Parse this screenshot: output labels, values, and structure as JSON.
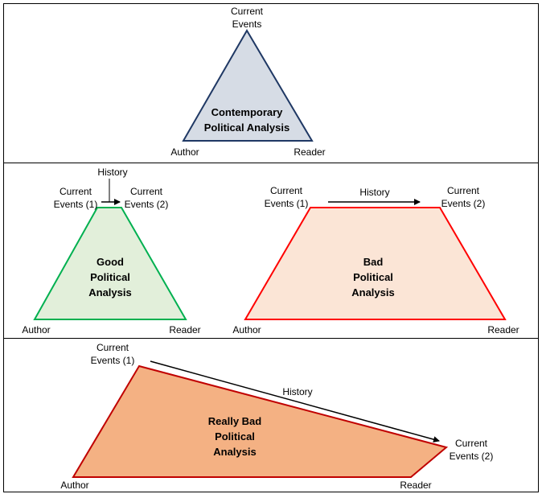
{
  "panel_top": {
    "corner_top": [
      "Current",
      "Events"
    ],
    "center": [
      "Contemporary",
      "Political Analysis"
    ],
    "corner_left": "Author",
    "corner_right": "Reader",
    "colors": {
      "fill": "#d6dce5",
      "stroke": "#1f3864"
    }
  },
  "panel_good": {
    "history": "History",
    "events1": [
      "Current",
      "Events (1)"
    ],
    "events2": [
      "Current",
      "Events (2)"
    ],
    "center": [
      "Good",
      "Political",
      "Analysis"
    ],
    "corner_left": "Author",
    "corner_right": "Reader",
    "colors": {
      "fill": "#e2efda",
      "stroke": "#00b050"
    }
  },
  "panel_bad": {
    "history": "History",
    "events1": [
      "Current",
      "Events (1)"
    ],
    "events2": [
      "Current",
      "Events (2)"
    ],
    "center": [
      "Bad",
      "Political",
      "Analysis"
    ],
    "corner_left": "Author",
    "corner_right": "Reader",
    "colors": {
      "fill": "#fbe5d6",
      "stroke": "#ff0000"
    }
  },
  "panel_really_bad": {
    "history": "History",
    "events1": [
      "Current",
      "Events (1)"
    ],
    "events2": [
      "Current",
      "Events (2)"
    ],
    "center": [
      "Really Bad",
      "Political",
      "Analysis"
    ],
    "corner_left": "Author",
    "corner_right": "Reader",
    "colors": {
      "fill": "#f4b183",
      "stroke": "#c00000"
    }
  }
}
